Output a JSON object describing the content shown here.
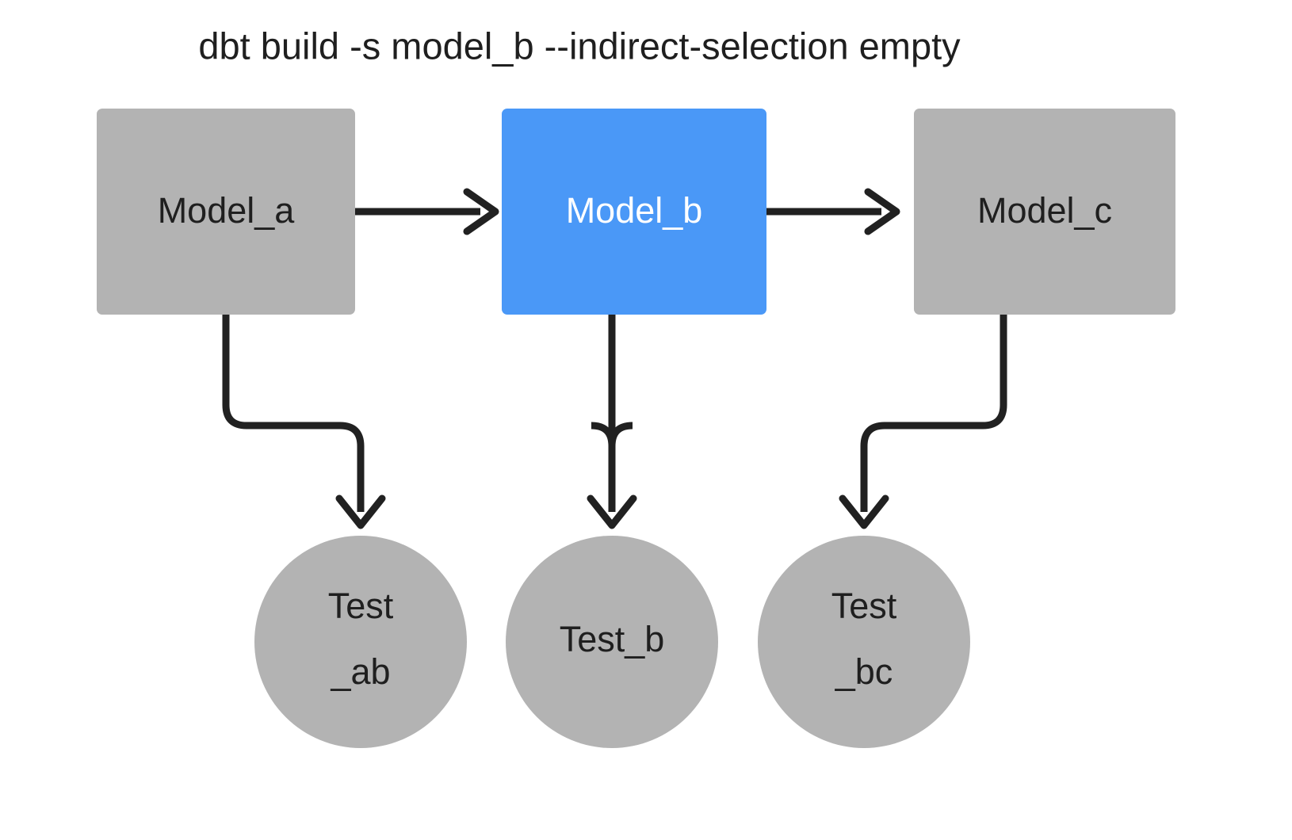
{
  "title": "dbt build -s model_b --indirect-selection empty",
  "colors": {
    "background": "#ffffff",
    "node_gray": "#b3b3b3",
    "node_blue": "#4a98f7",
    "edge": "#212121",
    "text_dark": "#1f1f1f",
    "text_light": "#ffffff"
  },
  "models": [
    {
      "id": "model_a",
      "label": "Model_a",
      "shape": "rect",
      "state": "unselected",
      "fill": "#b3b3b3",
      "text_color": "#1f1f1f"
    },
    {
      "id": "model_b",
      "label": "Model_b",
      "shape": "rect",
      "state": "selected",
      "fill": "#4a98f7",
      "text_color": "#ffffff"
    },
    {
      "id": "model_c",
      "label": "Model_c",
      "shape": "rect",
      "state": "unselected",
      "fill": "#b3b3b3",
      "text_color": "#1f1f1f"
    }
  ],
  "tests": [
    {
      "id": "test_ab",
      "label": "Test_ab",
      "line1": "Test",
      "line2": "_ab",
      "shape": "circle",
      "state": "unselected",
      "fill": "#b3b3b3",
      "text_color": "#1f1f1f"
    },
    {
      "id": "test_b",
      "label": "Test_b",
      "line1": "Test_b",
      "line2": "",
      "shape": "circle",
      "state": "unselected",
      "fill": "#b3b3b3",
      "text_color": "#1f1f1f"
    },
    {
      "id": "test_bc",
      "label": "Test_bc",
      "line1": "Test",
      "line2": "_bc",
      "shape": "circle",
      "state": "unselected",
      "fill": "#b3b3b3",
      "text_color": "#1f1f1f"
    }
  ],
  "edges": [
    {
      "from": "model_a",
      "to": "model_b",
      "style": "straight-right"
    },
    {
      "from": "model_b",
      "to": "model_c",
      "style": "straight-right"
    },
    {
      "from": "model_a",
      "to": "test_ab",
      "style": "elbow-down-right"
    },
    {
      "from": "model_b",
      "to": "test_b",
      "style": "straight-down"
    },
    {
      "from": "model_c",
      "to": "test_bc",
      "style": "elbow-down-left"
    }
  ]
}
